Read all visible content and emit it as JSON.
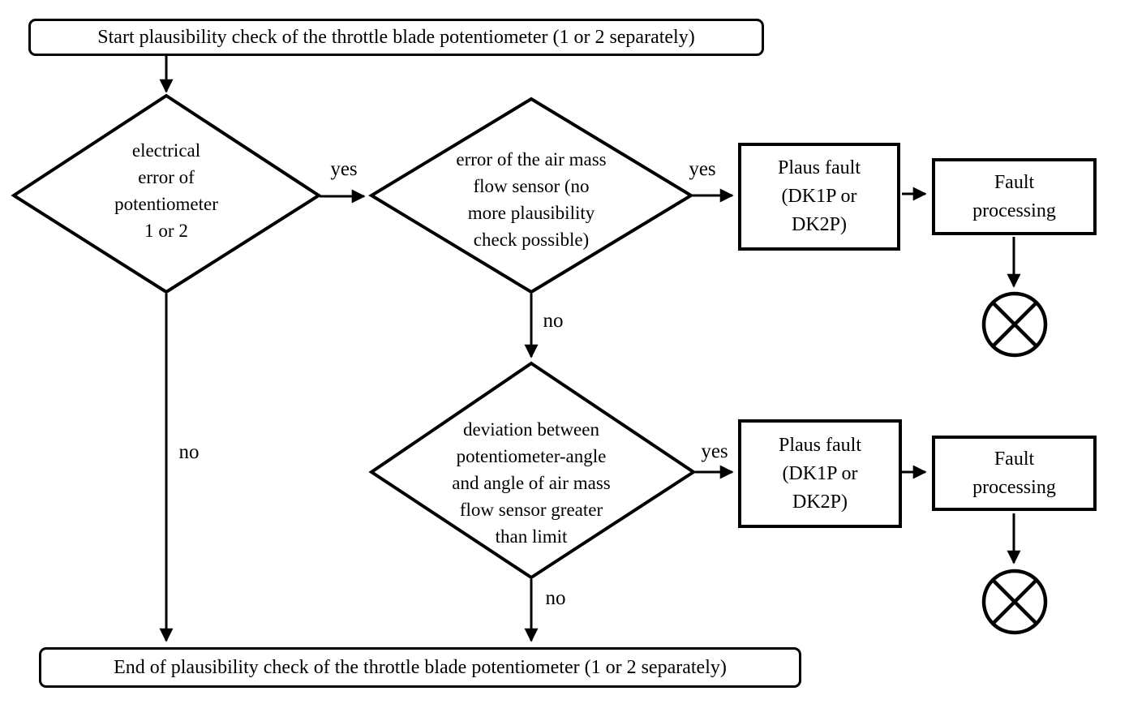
{
  "diagram": {
    "colors": {
      "line": "#000000",
      "background": "#ffffff",
      "text": "#000000"
    },
    "nodes": {
      "start": {
        "type": "terminator",
        "label": "Start plausibility check of the throttle blade potentiometer (1 or 2 separately)"
      },
      "decision_electrical_error": {
        "type": "decision",
        "label": "electrical\nerror of\npotentiometer\n1 or 2"
      },
      "decision_air_mass_error": {
        "type": "decision",
        "label": "error of the air mass\nflow sensor (no\nmore plausibility\ncheck possible)"
      },
      "decision_deviation": {
        "type": "decision",
        "label": "deviation between\npotentiometer-angle\nand angle of air mass\nflow sensor greater\nthan limit"
      },
      "plaus_fault_1": {
        "type": "process",
        "label": "Plaus fault\n(DK1P or\nDK2P)"
      },
      "fault_processing_1": {
        "type": "process",
        "label": "Fault\nprocessing"
      },
      "plaus_fault_2": {
        "type": "process",
        "label": "Plaus fault\n(DK1P or\nDK2P)"
      },
      "fault_processing_2": {
        "type": "process",
        "label": "Fault\nprocessing"
      },
      "end": {
        "type": "terminator",
        "label": "End of plausibility check of the throttle blade potentiometer (1 or 2 separately)"
      }
    },
    "edge_labels": {
      "yes_1": "yes",
      "yes_2": "yes",
      "yes_3": "yes",
      "no_1": "no",
      "no_2": "no",
      "no_3": "no"
    }
  }
}
